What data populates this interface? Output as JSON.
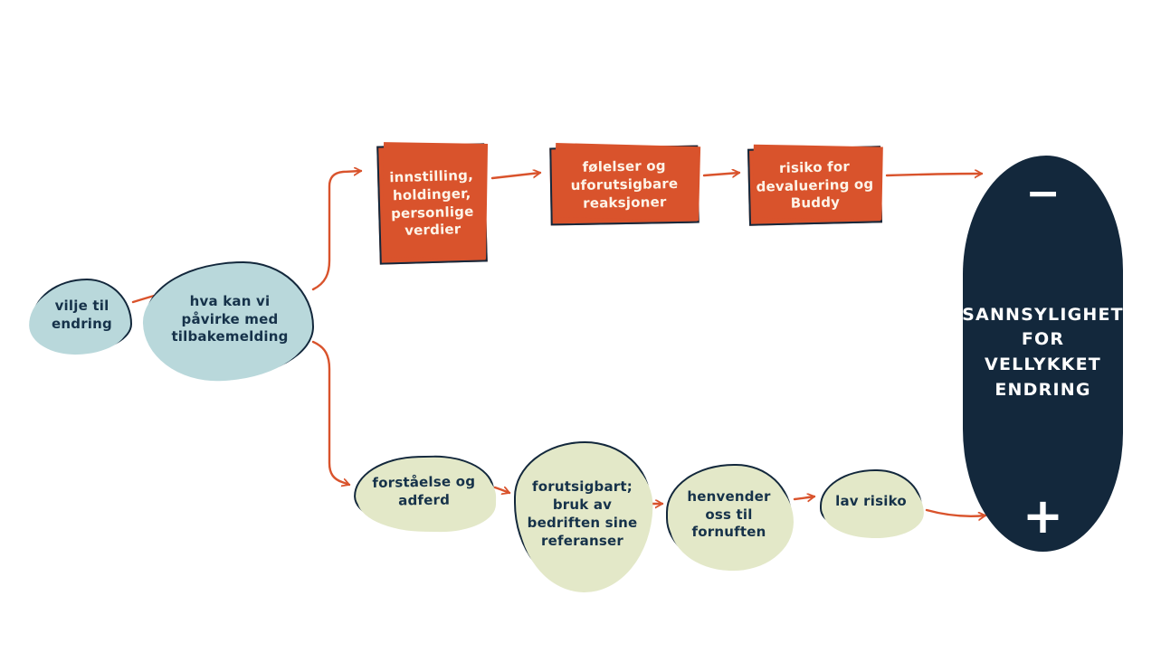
{
  "colors": {
    "orange": "#d9532c",
    "blue": "#b9d8db",
    "green": "#e3e8c8",
    "navy": "#13283c",
    "ink": "#16324a",
    "paper": "#ffffff"
  },
  "nodes": {
    "vilje": {
      "label": "vilje til\nendring"
    },
    "pavirke": {
      "label": "hva kan vi\npåvirke med\ntilbakemelding"
    },
    "innstilling": {
      "label": "innstilling,\nholdinger,\npersonlige\nverdier"
    },
    "folelser": {
      "label": "følelser og\nuforutsigbare\nreaksjoner"
    },
    "risiko": {
      "label": "risiko for\ndevaluering og\nBuddy"
    },
    "forstaelse": {
      "label": "forståelse og\nadferd"
    },
    "forutsigbart": {
      "label": "forutsigbart;\nbruk av\nbedriften sine\nreferanser"
    },
    "henvender": {
      "label": "henvender\noss til\nfornuften"
    },
    "lavrisiko": {
      "label": "lav risiko"
    },
    "outcome": {
      "minus": "−",
      "title": "SANNSYLIGHET\nFOR\nVELLYKKET\nENDRING",
      "plus": "+"
    }
  }
}
